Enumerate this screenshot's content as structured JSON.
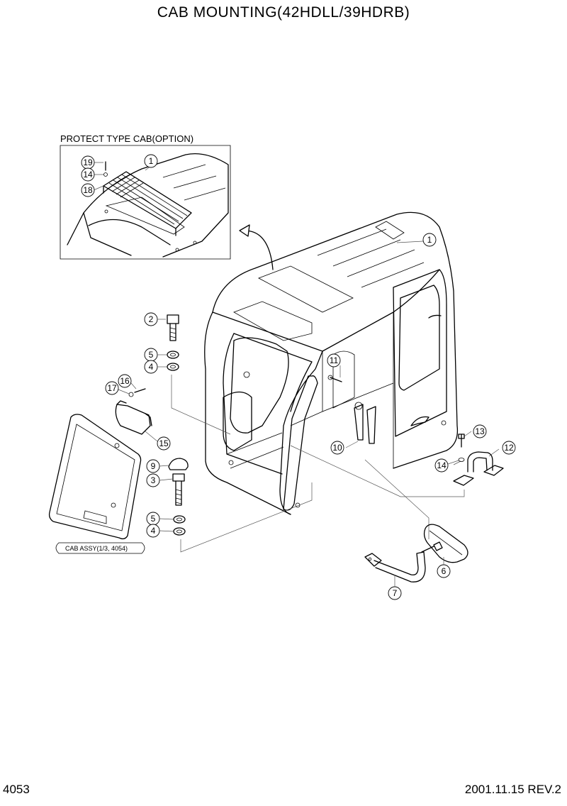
{
  "title": "CAB MOUNTING(42HDLL/39HDRB)",
  "footer": {
    "page_no": "4053",
    "date_rev": "2001.11.15  REV.2"
  },
  "inset": {
    "label": "PROTECT TYPE CAB(OPTION)"
  },
  "cab_assy_label": "CAB ASSY(1/3, 4054)",
  "callouts": {
    "c1_inset": "1",
    "c19": "19",
    "c14_inset": "14",
    "c18": "18",
    "c1_main": "1",
    "c2": "2",
    "c5_top": "5",
    "c4_top": "4",
    "c16": "16",
    "c17": "17",
    "c15": "15",
    "c11": "11",
    "c10": "10",
    "c13": "13",
    "c12": "12",
    "c14_main": "14",
    "c9": "9",
    "c3": "3",
    "c5_bot": "5",
    "c4_bot": "4",
    "c6": "6",
    "c7": "7"
  }
}
